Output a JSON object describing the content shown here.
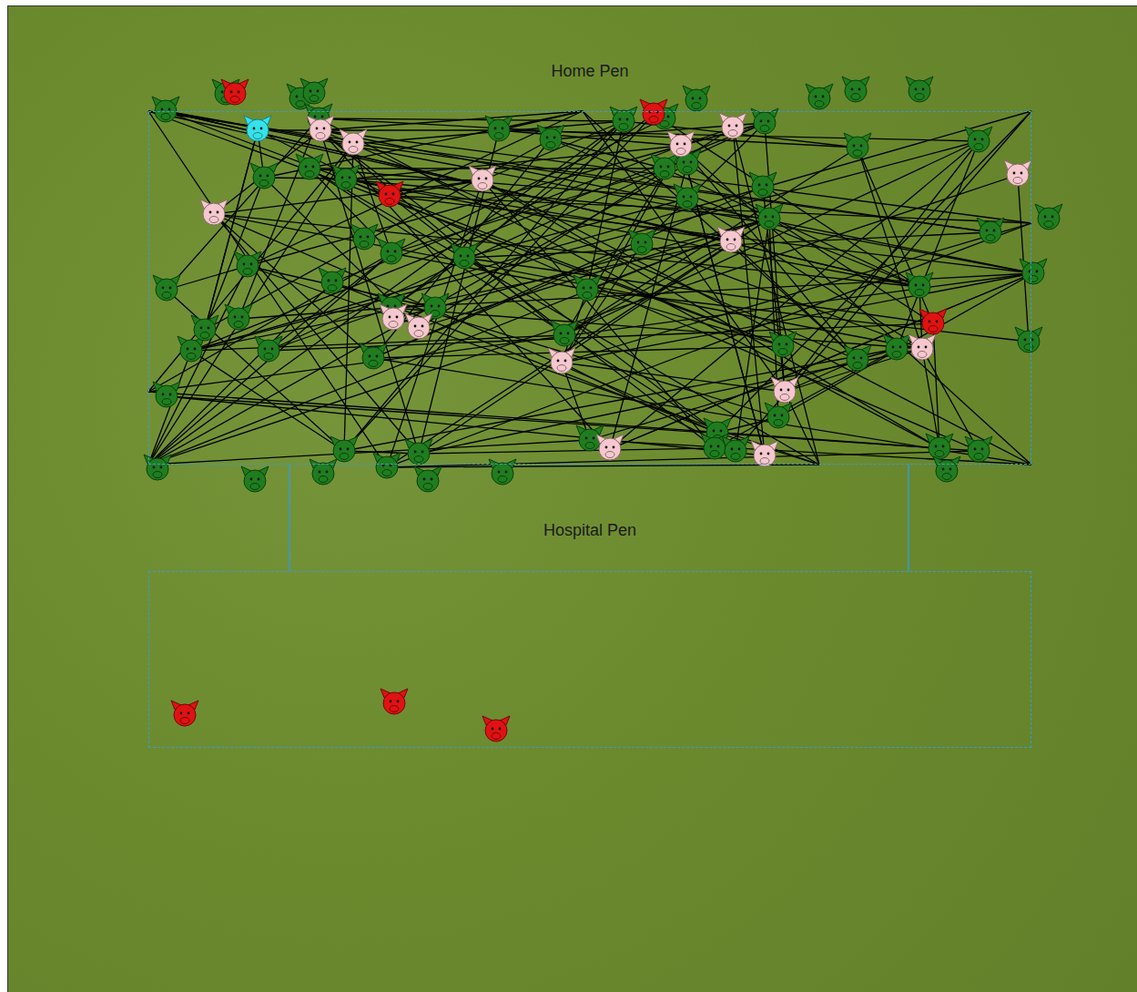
{
  "diagram": {
    "nodes": [
      {
        "text": [
          "Home Pen"
        ]
      },
      {
        "text": [
          "Hospital Pen"
        ]
      }
    ],
    "edges": [
      {
        "from": 0,
        "to": 1,
        "arrow": "none"
      },
      {
        "from": 0,
        "to": 1,
        "arrow": "none"
      }
    ]
  }
}
